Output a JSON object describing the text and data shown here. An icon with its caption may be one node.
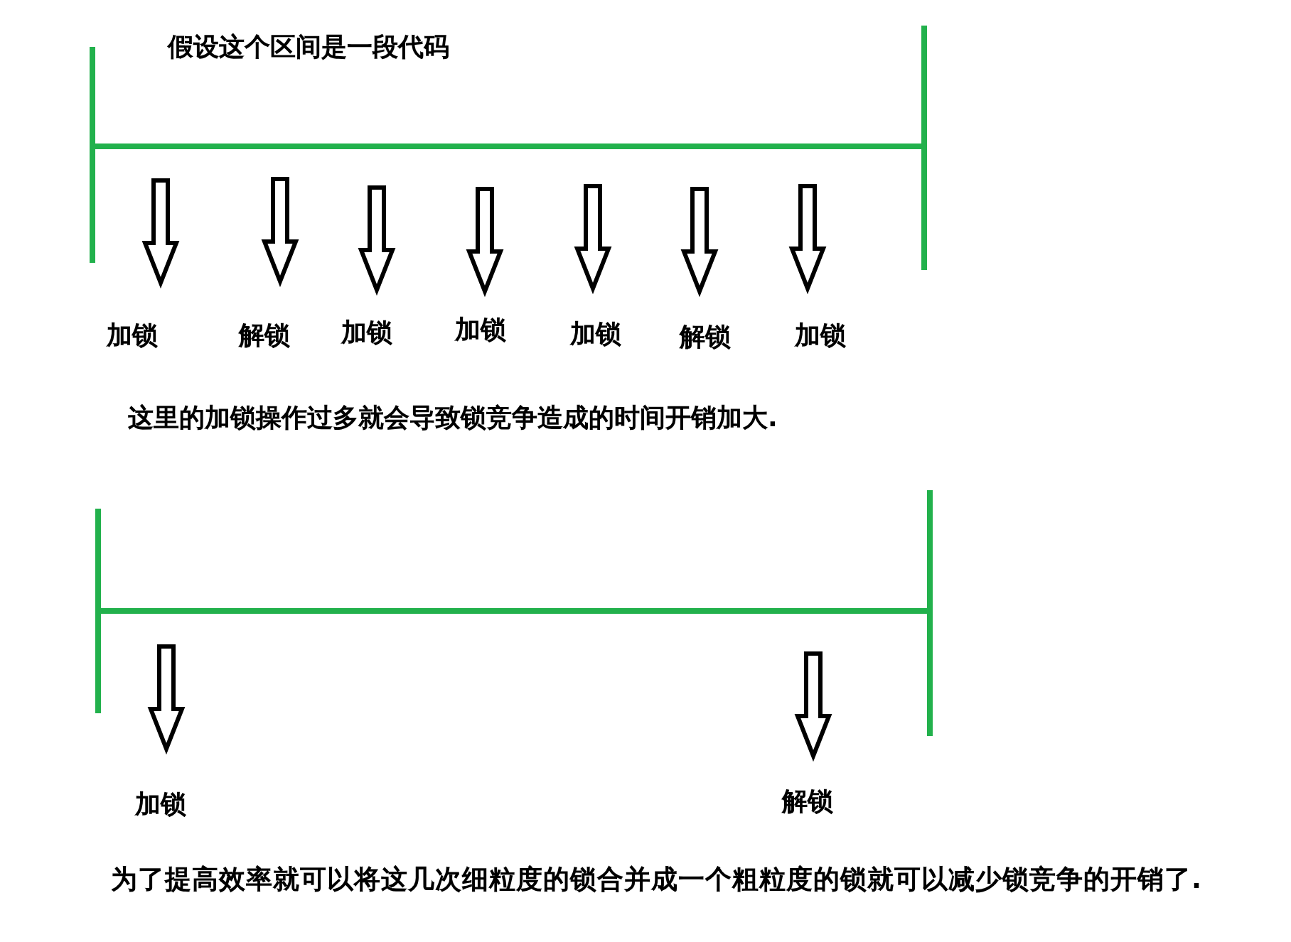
{
  "diagram": {
    "labels": [
      "假设这个区间是一段代码",
      "加锁",
      "解锁",
      "加锁",
      "加锁",
      "加锁",
      "解锁",
      "加锁",
      "这里的加锁操作过多就会导致锁竞争造成的时间开销加大.",
      "加锁",
      "解锁",
      "为了提高效率就可以将这几次细粒度的锁合并成一个粗粒度的锁就可以减少锁竞争的开销了."
    ]
  }
}
